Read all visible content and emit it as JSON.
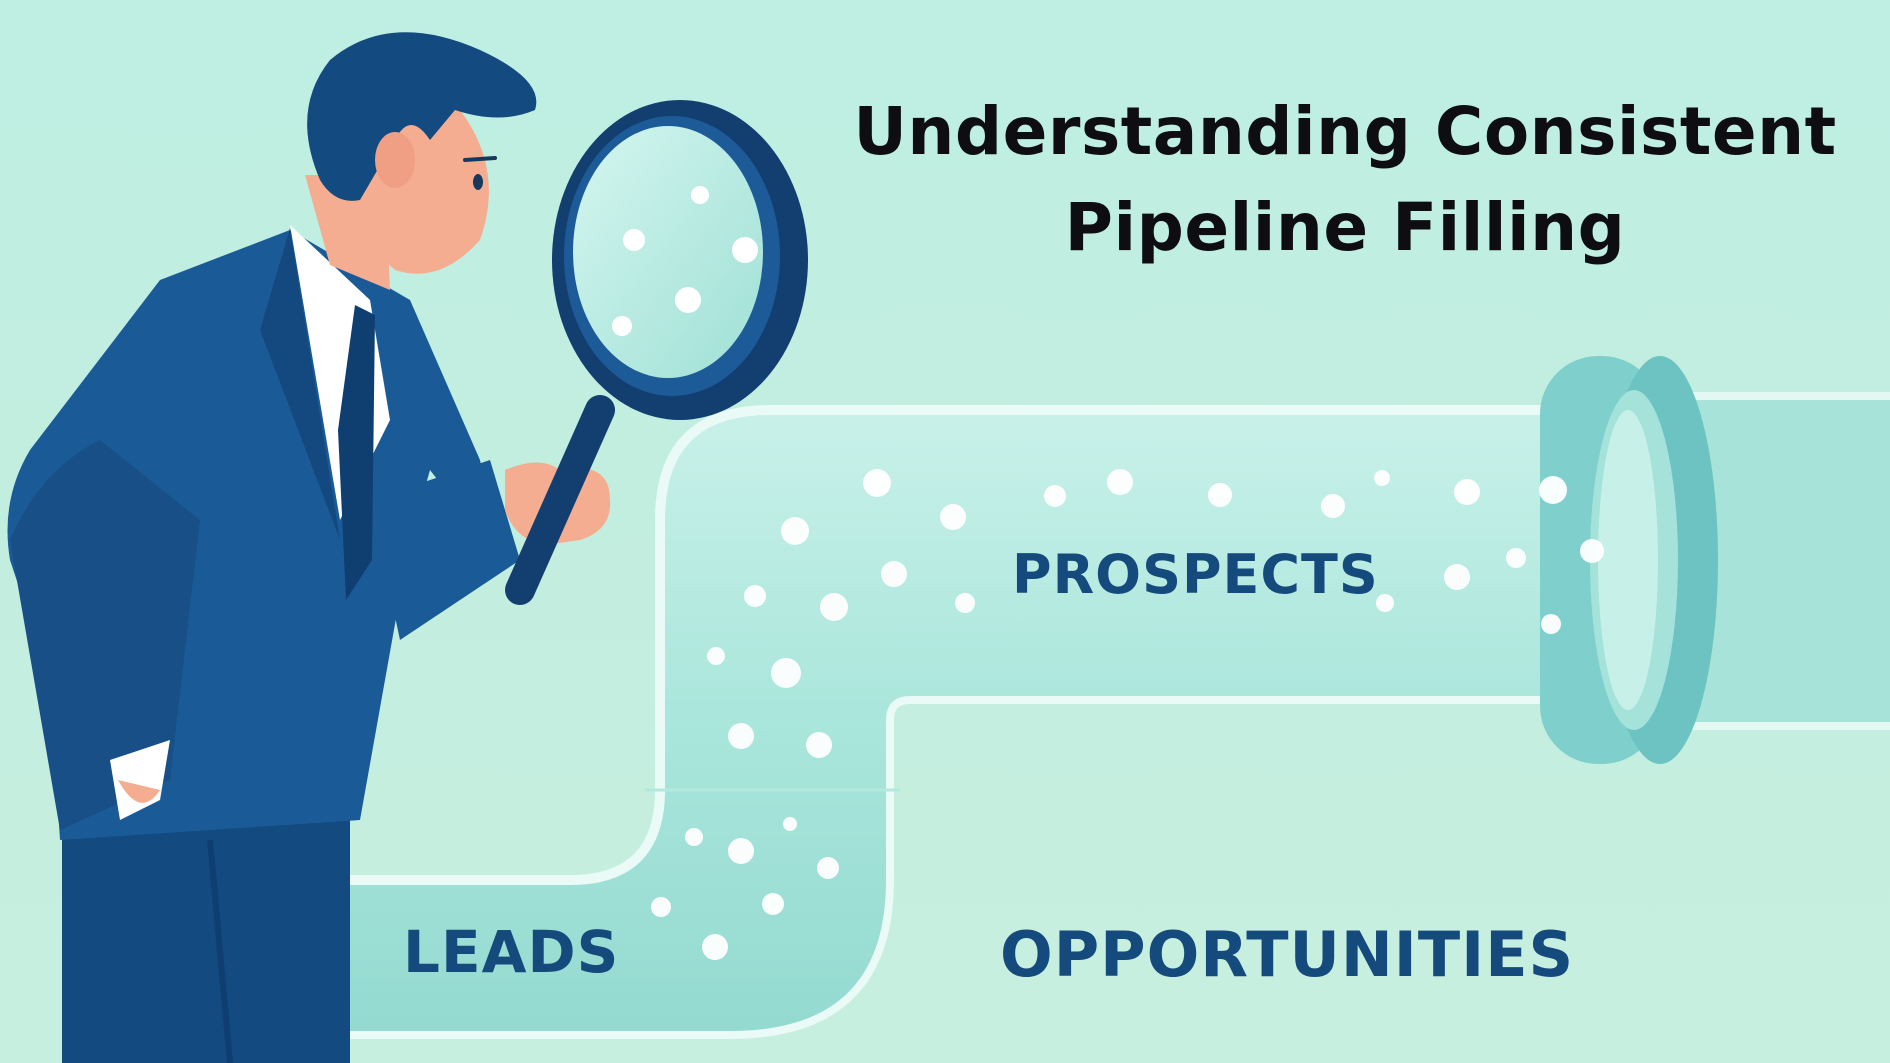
{
  "title": {
    "line1": "Understanding Consistent",
    "line2": "Pipeline Filling"
  },
  "stages": {
    "leads": "LEADS",
    "prospects": "PROSPECTS",
    "opportunities": "OPPORTUNITIES"
  },
  "illustration": {
    "subject": "businessman-with-magnifying-glass",
    "object": "pipeline-with-bubbles"
  },
  "colors": {
    "background": "#bdeedf",
    "pipe": "#9fe0d6",
    "pipe_rim": "#7fd0cd",
    "suit": "#1a5b97",
    "suit_dark": "#0f3e70",
    "label": "#154a7c",
    "title": "#0e0e12",
    "skin": "#f5ad92"
  }
}
